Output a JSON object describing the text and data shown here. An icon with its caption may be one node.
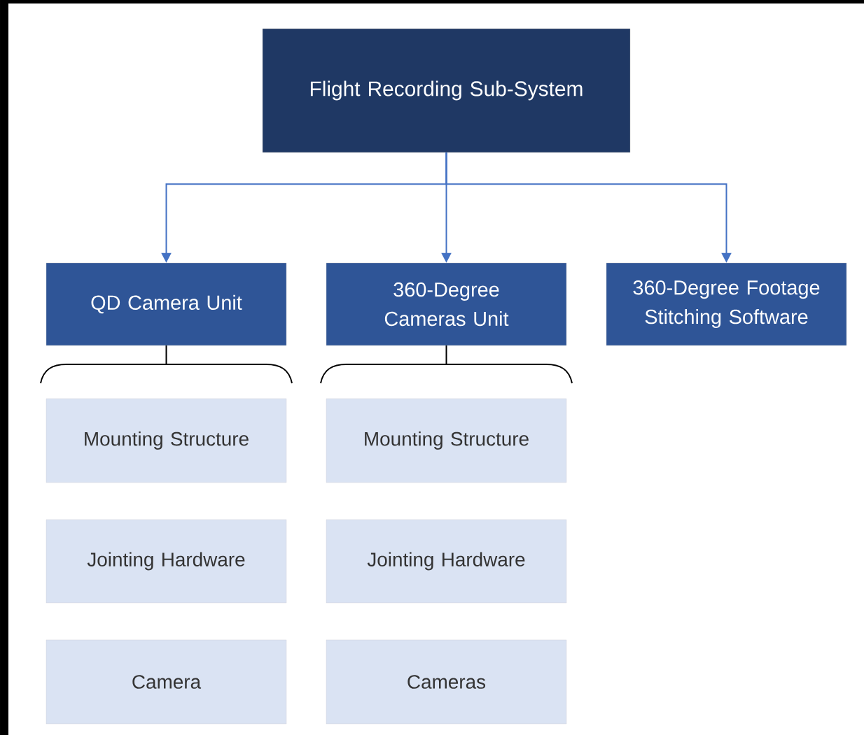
{
  "diagram": {
    "nodes": [
      {
        "text": [
          "Flight Recording Sub-System"
        ]
      },
      {
        "text": [
          "QD Camera Unit"
        ]
      },
      {
        "text": [
          "360-Degree Cameras Unit"
        ]
      },
      {
        "text": [
          "360-Degree Footage Stitching Software"
        ]
      },
      {
        "text": [
          "Mounting Structure"
        ]
      },
      {
        "text": [
          "Jointing Hardware"
        ]
      },
      {
        "text": [
          "Camera"
        ]
      },
      {
        "text": [
          "Mounting Structure"
        ]
      },
      {
        "text": [
          "Jointing Hardware"
        ]
      },
      {
        "text": [
          "Cameras"
        ]
      }
    ],
    "edges": [
      {
        "from": 0,
        "to": 1,
        "arrow": "to"
      },
      {
        "from": 0,
        "to": 2,
        "arrow": "to"
      },
      {
        "from": 0,
        "to": 3,
        "arrow": "to"
      }
    ]
  }
}
